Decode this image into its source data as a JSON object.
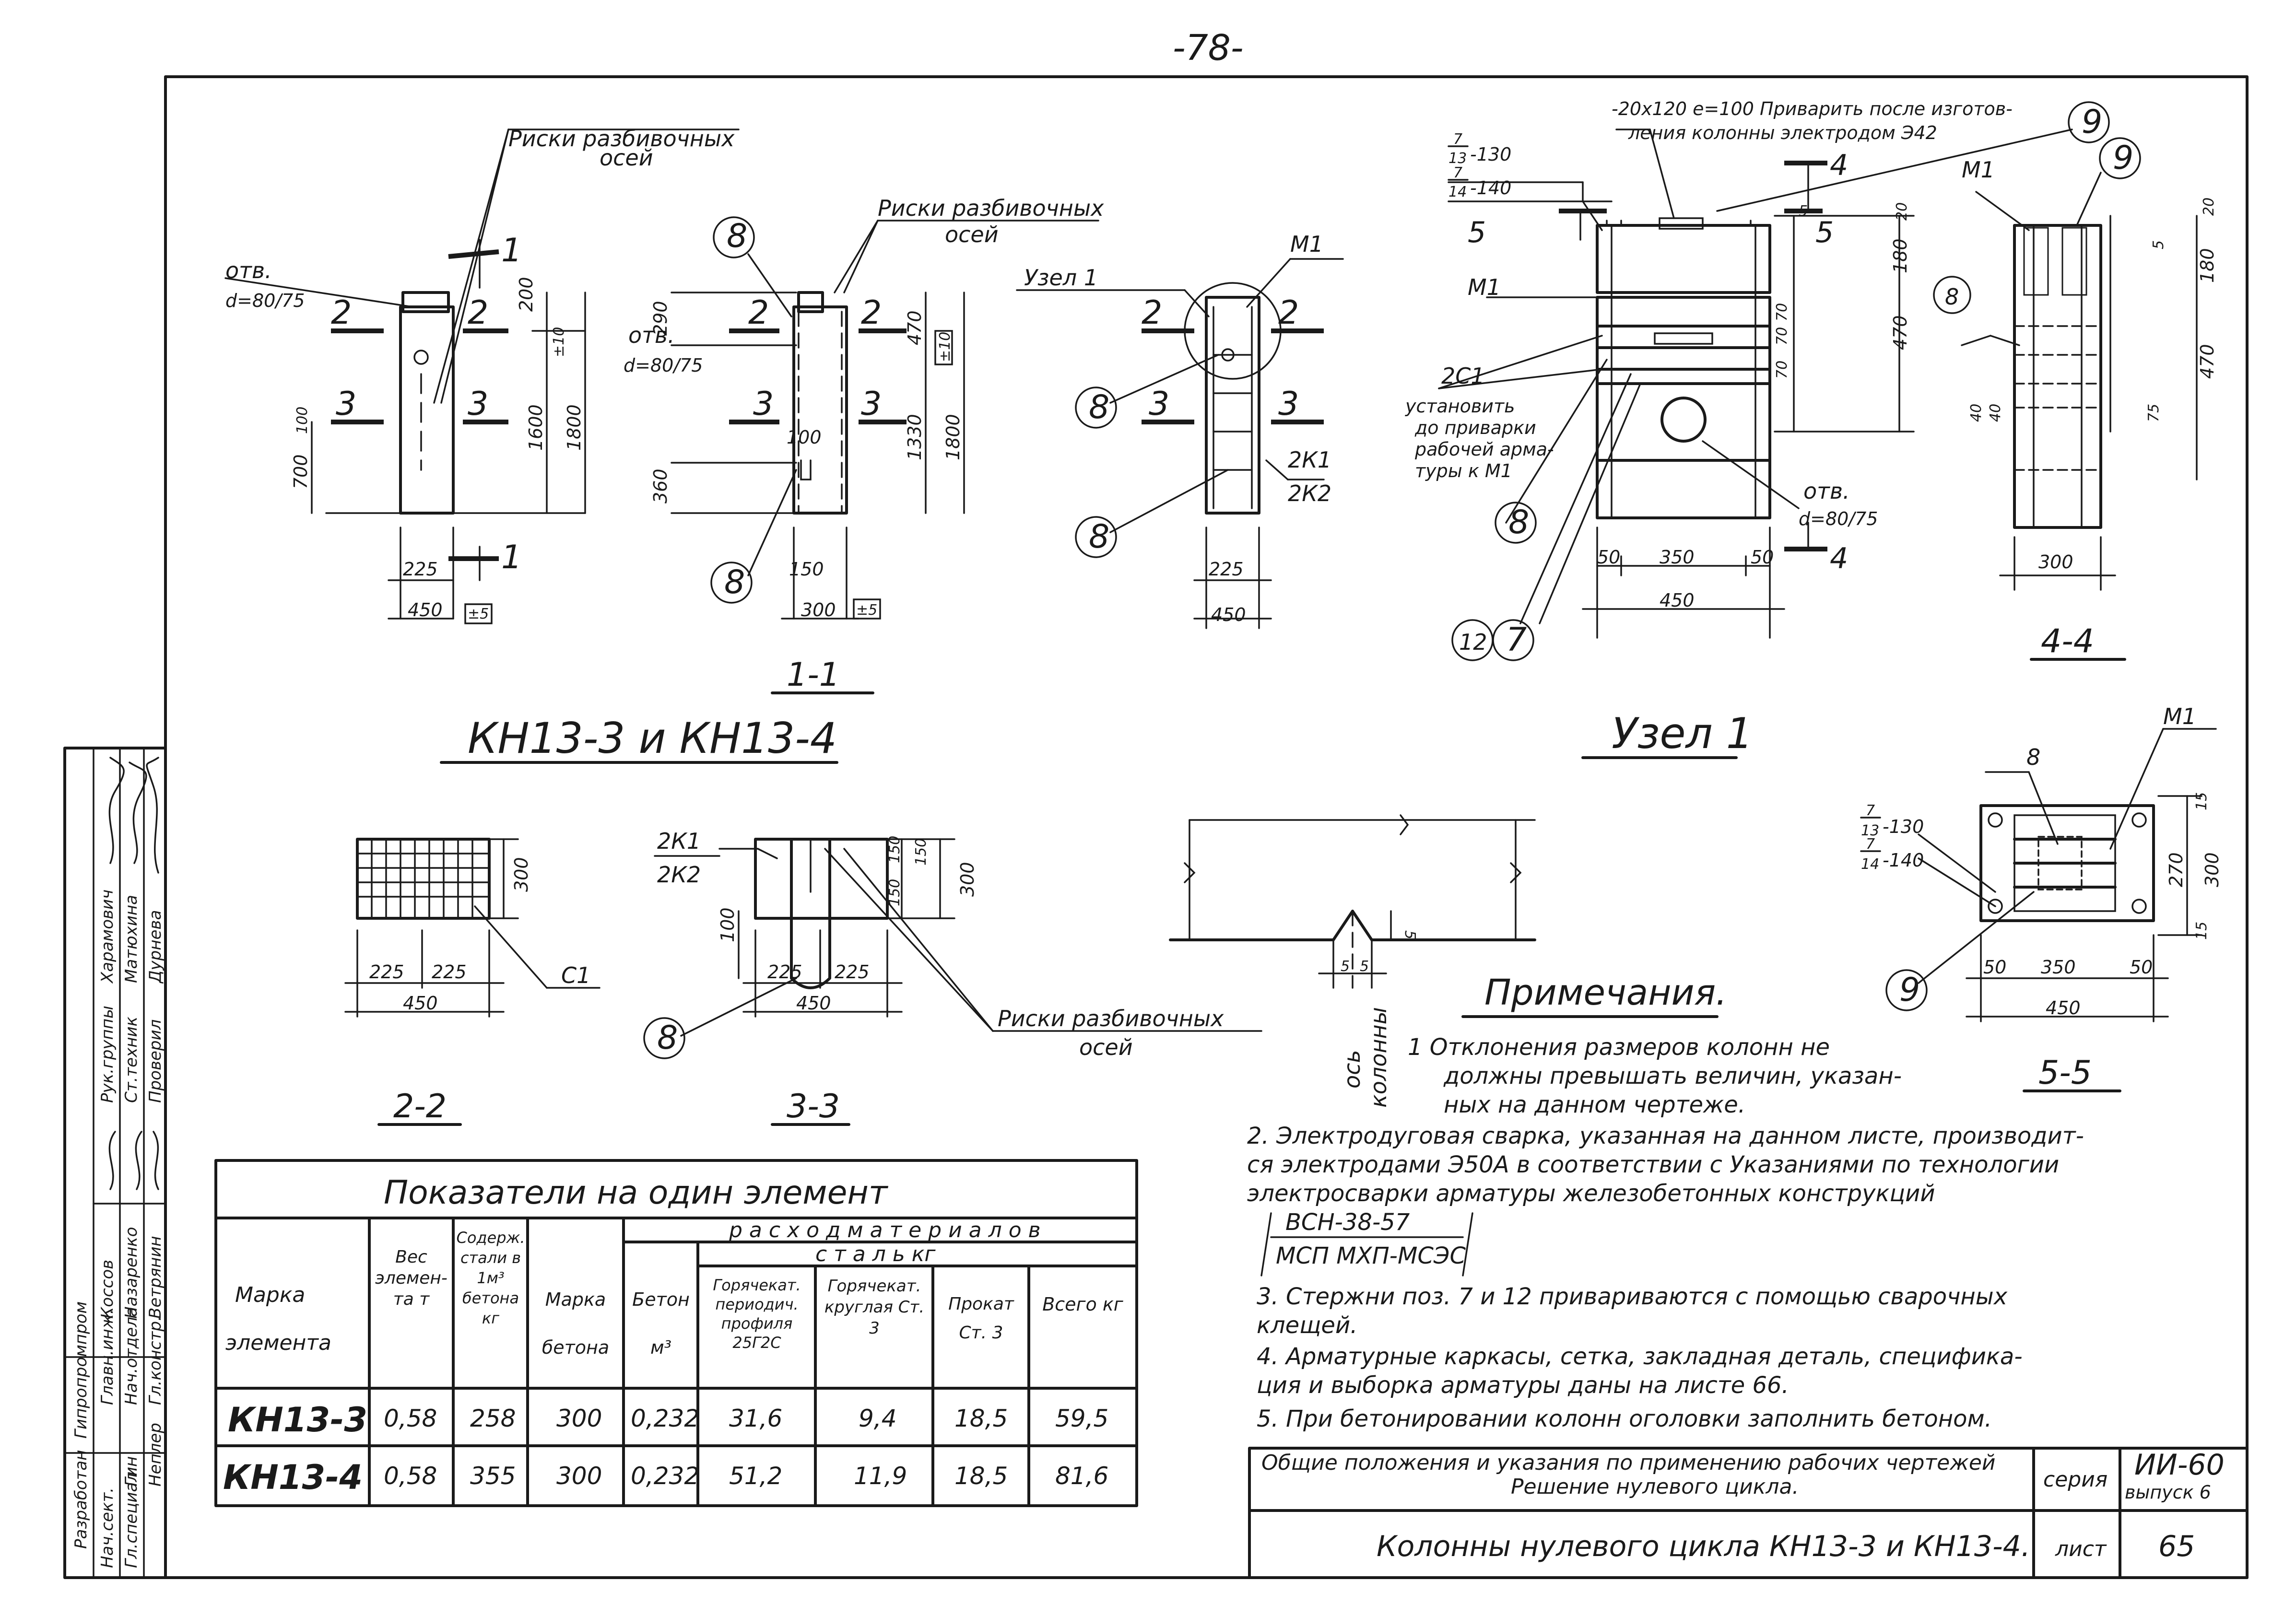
{
  "page_number": "-78-",
  "main_title": "КН13-3 и КН13-4",
  "node_title": "Узел 1",
  "sections": {
    "s11": "1-1",
    "s22": "2-2",
    "s33": "3-3",
    "s44": "4-4",
    "s55": "5-5"
  },
  "labels": {
    "riski": "Риски разбивочных",
    "osey": "осей",
    "otv": "отв.",
    "d8075": "d=80/75",
    "uzel1": "Узел 1",
    "m1": "М1",
    "k1": "2К1",
    "k2": "2К2",
    "c1": "С1",
    "gc1": "2С1",
    "install1": "установить",
    "install2": "до приварки",
    "install3": "рабочей арма-",
    "install4": "туры к М1",
    "weld1": "-20х120 е=100 Приварить после изготов-",
    "weld2": "ления колонны электродом Э42",
    "bar7_130": "-130",
    "bar7_140": "-140",
    "frac_7": "7",
    "frac_13": "13",
    "frac_14": "14",
    "os": "ось",
    "kolonny": "колонны",
    "pos8": "8",
    "pos9": "9",
    "pos12": "12",
    "pos7": "7"
  },
  "dimensions": {
    "d200": "200",
    "d1600": "1600",
    "d1800": "1800",
    "d700": "700",
    "d100": "100",
    "d225": "225",
    "d450": "450",
    "d10": "±10",
    "d5": "±5",
    "d290": "290",
    "d470": "470",
    "d1330": "1330",
    "d360": "360",
    "d150": "150",
    "d300": "300",
    "d50": "50",
    "d350": "350",
    "d180": "180",
    "d20": "20",
    "d70": "70",
    "d40": "40",
    "d75": "75",
    "d270": "270",
    "d15": "15",
    "d5b": "5"
  },
  "notes": {
    "heading": "Примечания.",
    "items": [
      "1  Отклонения размеров колонн не",
      "должны превышать величин, указан-",
      "ных на данном чертеже.",
      "2.  Электродуговая сварка, указанная на данном листе, производит-",
      "ся электродами Э50А в соответствии с Указаниями по технологии",
      "электросварки арматуры железобетонных конструкций",
      "3.  Стержни поз. 7 и 12 привариваются с помощью сварочных",
      "клещей.",
      "4.  Арматурные каркасы, сетка, закладная деталь, специфика-",
      "ция и выборка арматуры даны на листе 66.",
      "5.  При бетонировании колонн   оголовки заполнить бетоном."
    ],
    "fraction_top": "ВСН-38-57",
    "fraction_bottom": "МСП МХП-МСЭС"
  },
  "table": {
    "title": "Показатели на один элемент",
    "headers": {
      "mark1": "Марка",
      "mark2": "элемента",
      "weight": "Вес элемен- та т",
      "steel_per_m3": "Содерж. стали в 1м³ бетона кг",
      "concrete_mark": "Марка бетона",
      "consumption": "р а с х о д   м а т е р и а л о в",
      "concrete": "Бетон м³",
      "steel": "с т а л ь  кг",
      "hot_periodic": "Горячекат. периодич. профиля 25Г2С",
      "hot_round": "Горячекат. круглая Ст. 3",
      "rolled": "Прокат Ст. 3",
      "total": "Всего кг"
    },
    "rows": [
      [
        "КН13-3",
        "0,58",
        "258",
        "300",
        "0,232",
        "31,6",
        "9,4",
        "18,5",
        "59,5"
      ],
      [
        "КН13-4",
        "0,58",
        "355",
        "300",
        "0,232",
        "51,2",
        "11,9",
        "18,5",
        "81,6"
      ]
    ]
  },
  "title_block": {
    "general": "Общие положения и указания по применению рабочих чертежей",
    "decision": "Решение нулевого цикла.",
    "series_label": "серия",
    "series_value": "ИИ-60",
    "issue": "выпуск 6",
    "sheet_label": "лист",
    "sheet_value": "65",
    "drawing_name": "Колонны нулевого цикла КН13-3 и КН13-4."
  },
  "side_stamp": {
    "org1": "Разработан",
    "org2": "Гипропромпром",
    "roles": [
      "Главн.инж.",
      "Нач.отдела",
      "Гл.констр.",
      "Нач.сект.",
      "Гл.специал.",
      "Рук.группы",
      "Ст.техник",
      "Проверил"
    ],
    "names": [
      "Коссов",
      "Назаренко",
      "Ветрянин",
      "Гин",
      "Неплер",
      "Харамович",
      "Матюхина",
      "Дурнева"
    ]
  }
}
